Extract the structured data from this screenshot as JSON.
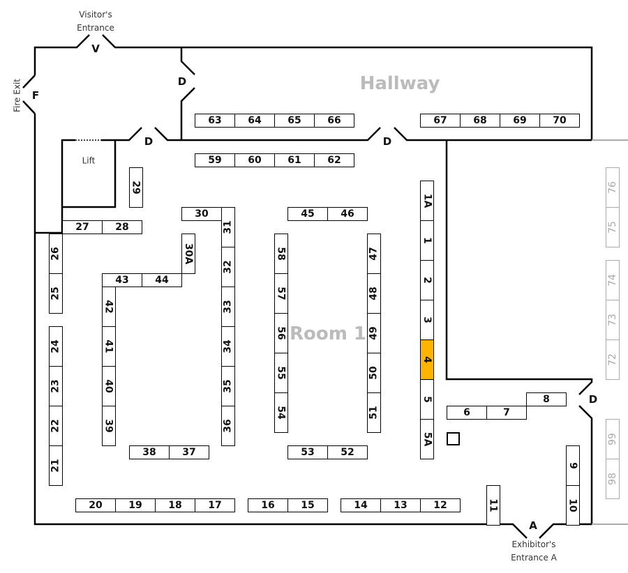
{
  "rooms": {
    "hallway": "Hallway",
    "room1": "Room 1",
    "lift": "Lift"
  },
  "entrances": {
    "visitor_label": "Visitor's Entrance",
    "visitor_letter": "V",
    "fire_exit_label": "Fire Exit",
    "fire_exit_letter": "F",
    "door_letter": "D",
    "exhibitor_label": "Exhibitor's Entrance A",
    "exhibitor_letter": "A"
  },
  "highlighted_booth": "4",
  "colors": {
    "highlight": "#FFB400",
    "wall": "#000000",
    "adjacent": "#AAAAAA"
  },
  "booths": [
    {
      "label": "63"
    },
    {
      "label": "64"
    },
    {
      "label": "65"
    },
    {
      "label": "66"
    },
    {
      "label": "67"
    },
    {
      "label": "68"
    },
    {
      "label": "69"
    },
    {
      "label": "70"
    },
    {
      "label": "59"
    },
    {
      "label": "60"
    },
    {
      "label": "61"
    },
    {
      "label": "62"
    },
    {
      "label": "29"
    },
    {
      "label": "27"
    },
    {
      "label": "28"
    },
    {
      "label": "30"
    },
    {
      "label": "31"
    },
    {
      "label": "32"
    },
    {
      "label": "33"
    },
    {
      "label": "34"
    },
    {
      "label": "35"
    },
    {
      "label": "36"
    },
    {
      "label": "30A"
    },
    {
      "label": "43"
    },
    {
      "label": "44"
    },
    {
      "label": "42"
    },
    {
      "label": "41"
    },
    {
      "label": "40"
    },
    {
      "label": "39"
    },
    {
      "label": "26"
    },
    {
      "label": "25"
    },
    {
      "label": "24"
    },
    {
      "label": "23"
    },
    {
      "label": "22"
    },
    {
      "label": "21"
    },
    {
      "label": "38"
    },
    {
      "label": "37"
    },
    {
      "label": "20"
    },
    {
      "label": "19"
    },
    {
      "label": "18"
    },
    {
      "label": "17"
    },
    {
      "label": "16"
    },
    {
      "label": "15"
    },
    {
      "label": "14"
    },
    {
      "label": "13"
    },
    {
      "label": "12"
    },
    {
      "label": "45"
    },
    {
      "label": "46"
    },
    {
      "label": "58"
    },
    {
      "label": "57"
    },
    {
      "label": "56"
    },
    {
      "label": "55"
    },
    {
      "label": "54"
    },
    {
      "label": "47"
    },
    {
      "label": "48"
    },
    {
      "label": "49"
    },
    {
      "label": "50"
    },
    {
      "label": "51"
    },
    {
      "label": "53"
    },
    {
      "label": "52"
    },
    {
      "label": "1A"
    },
    {
      "label": "1"
    },
    {
      "label": "2"
    },
    {
      "label": "3"
    },
    {
      "label": "4"
    },
    {
      "label": "5"
    },
    {
      "label": "5A"
    },
    {
      "label": "6"
    },
    {
      "label": "7"
    },
    {
      "label": "8"
    },
    {
      "label": "11"
    },
    {
      "label": "9"
    },
    {
      "label": "10"
    },
    {
      "label": "76"
    },
    {
      "label": "75"
    },
    {
      "label": "74"
    },
    {
      "label": "73"
    },
    {
      "label": "72"
    },
    {
      "label": "99"
    },
    {
      "label": "98"
    }
  ]
}
